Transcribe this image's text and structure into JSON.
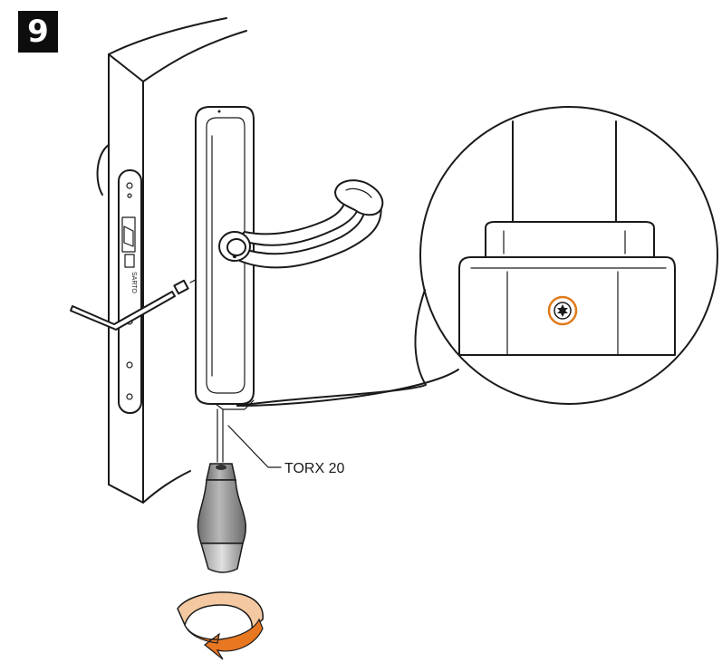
{
  "step": {
    "number": "9"
  },
  "plate": {
    "brand_stamp": "SARTO"
  },
  "tool": {
    "callout_label": "TORX 20"
  },
  "detail_view": {
    "highlight_color": "#e07b1a"
  },
  "rotation_arrow": {
    "fill_color": "#f4c8a0",
    "arrow_color": "#e87722"
  }
}
